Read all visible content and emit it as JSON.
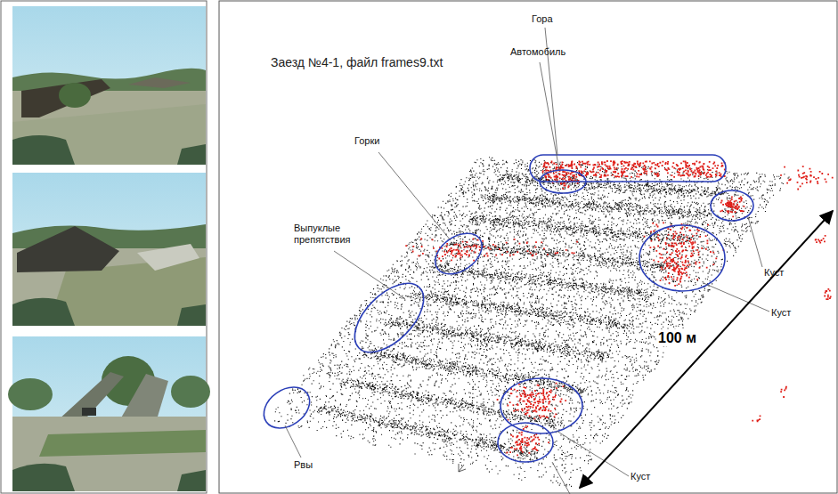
{
  "diagram": {
    "title": "Заезд №4-1, файл frames9.txt",
    "labels": [
      "Гора",
      "Автомобиль",
      "Горки",
      "Выпуклые препятствия",
      "Куст",
      "Куст",
      "100 м",
      "Рвы",
      "Куст"
    ]
  }
}
